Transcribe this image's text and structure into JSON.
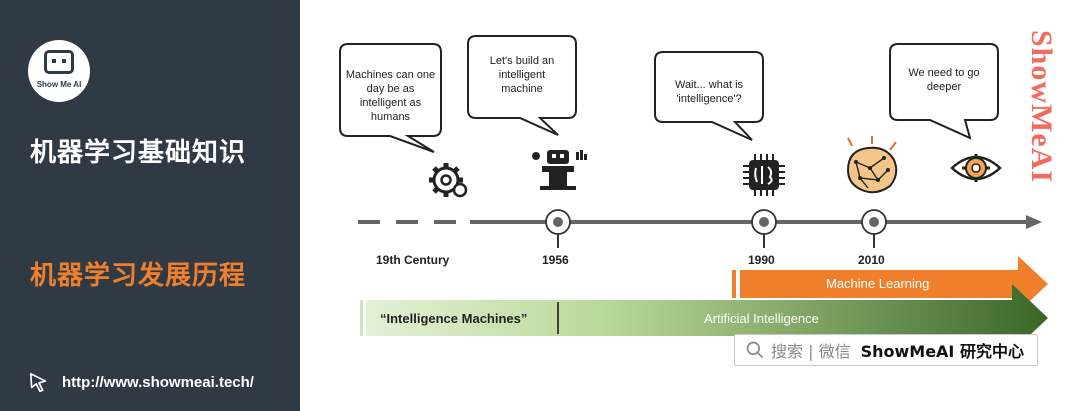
{
  "sidebar": {
    "logo_text": "Show Me AI",
    "title": "机器学习基础知识",
    "subtitle": "机器学习发展历程",
    "url": "http://www.showmeai.tech/"
  },
  "bubbles": [
    {
      "text_lines": [
        "Machines can one",
        "day be as",
        "intelligent as",
        "humans"
      ]
    },
    {
      "text_lines": [
        "Let's build an",
        "intelligent",
        "machine"
      ]
    },
    {
      "text_lines": [
        "Wait...  what is",
        "'intelligence'?"
      ]
    },
    {
      "text_lines": [
        "We need to go",
        "deeper"
      ]
    }
  ],
  "timeline": {
    "labels": [
      "19th Century",
      "1956",
      "1990",
      "2010"
    ]
  },
  "bars": {
    "ml_label": "Machine Learning",
    "ai_label": "Artificial Intelligence",
    "intelligence_machines": "“Intelligence Machines”"
  },
  "watermark": "ShowMeAI",
  "search": {
    "hint": "搜索 | 微信",
    "brand": "ShowMeAI 研究中心"
  },
  "colors": {
    "sidebar_bg": "#2f3a45",
    "accent_orange": "#f07f2b",
    "ai_green_dark": "#3f6b2a",
    "ai_green_light": "#d9ecc8",
    "watermark": "#f26b5e"
  },
  "icons": [
    "gears-icon",
    "robot-podium-icon",
    "brain-chip-icon",
    "neural-brain-icon",
    "eye-gear-icon",
    "pointer-cursor-icon",
    "search-icon"
  ]
}
